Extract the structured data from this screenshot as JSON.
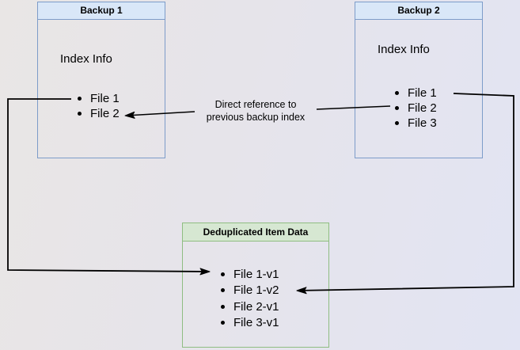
{
  "backup1": {
    "title": "Backup 1",
    "section_label": "Index Info",
    "files": [
      "File 1",
      "File 2"
    ]
  },
  "backup2": {
    "title": "Backup 2",
    "section_label": "Index Info",
    "files": [
      "File 1",
      "File 2",
      "File 3"
    ]
  },
  "dedup": {
    "title": "Deduplicated Item Data",
    "files": [
      "File 1-v1",
      "File 1-v2",
      "File 2-v1",
      "File 3-v1"
    ]
  },
  "edge_label": {
    "line1": "Direct reference to",
    "line2": "previous backup index"
  },
  "colors": {
    "blue_header_fill": "#d9e7f8",
    "blue_border": "#7d9cc9",
    "green_header_fill": "#d6e7d2",
    "green_border": "#8fbd82",
    "arrow": "#000000",
    "background_left": "#e9e6e5",
    "background_right": "#e2e4f3"
  }
}
